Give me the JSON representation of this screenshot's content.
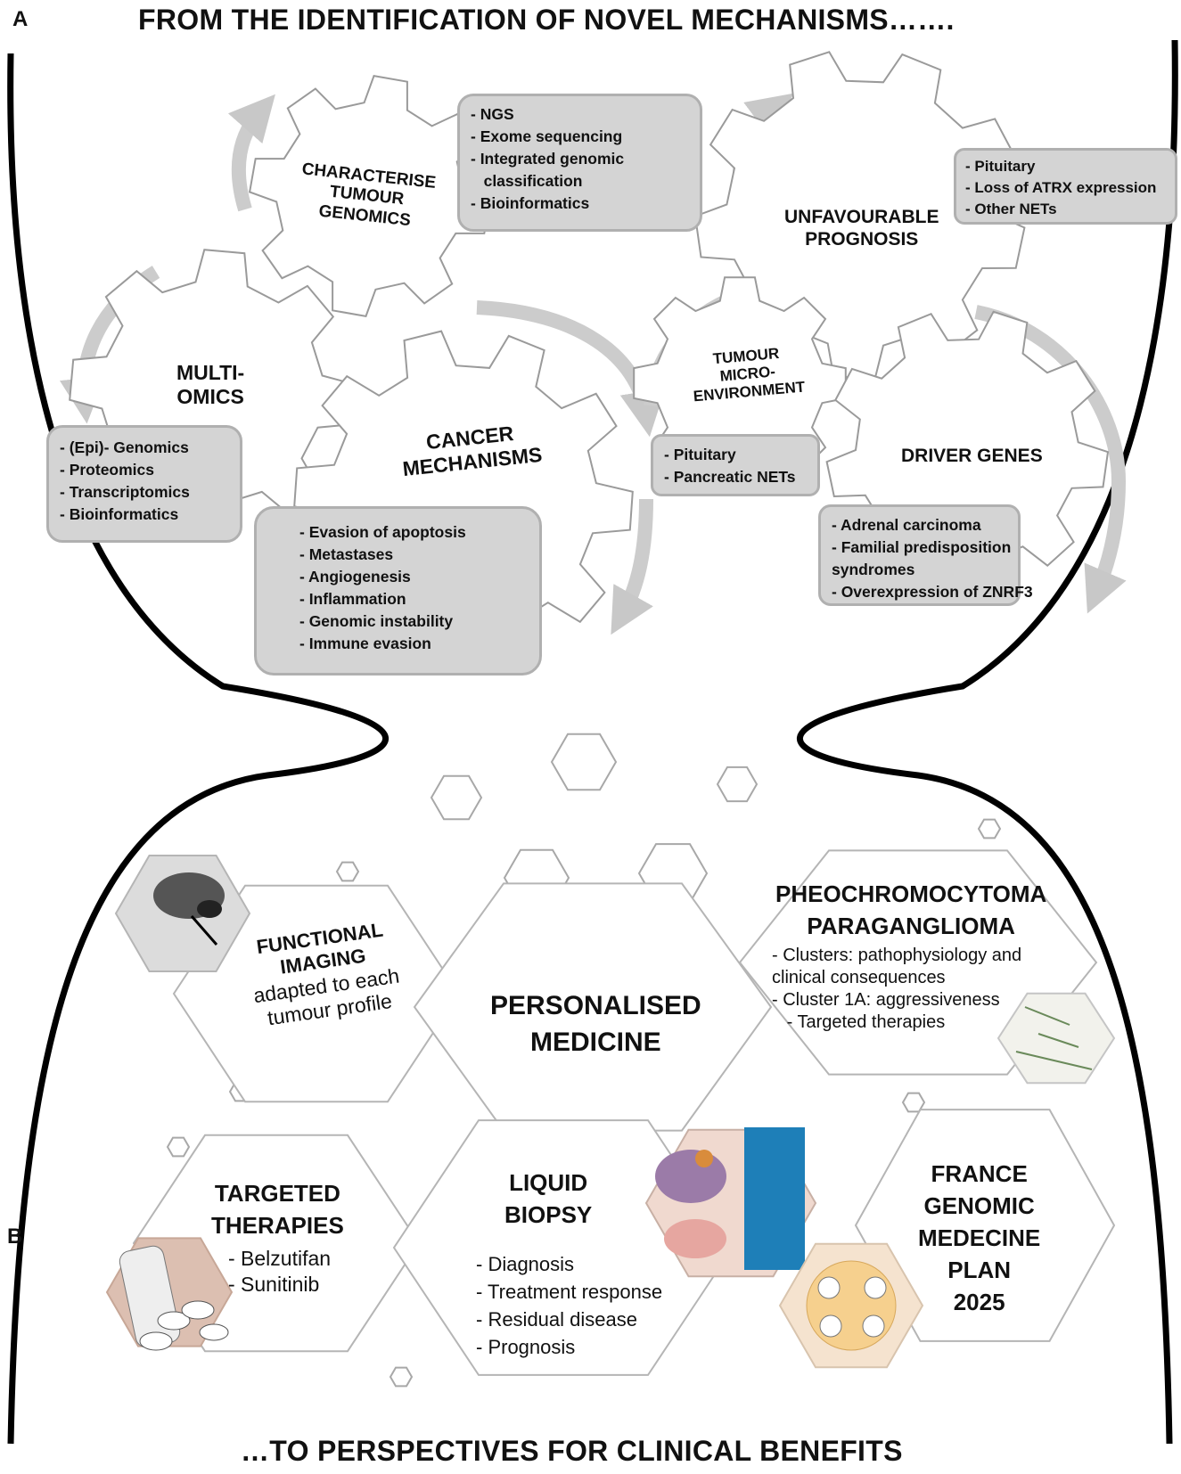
{
  "panel_labels": {
    "a": "A",
    "b": "B"
  },
  "title_top": "FROM THE IDENTIFICATION OF NOVEL MECHANISMS…….",
  "title_bottom": "…TO PERSPECTIVES FOR CLINICAL BENEFITS",
  "gears": {
    "characterise": {
      "label": [
        "CHARACTERISE",
        "TUMOUR",
        "GENOMICS"
      ]
    },
    "multiomics": {
      "label": [
        "MULTI-",
        "OMICS"
      ]
    },
    "cancer": {
      "label": [
        "CANCER",
        "MECHANISMS"
      ]
    },
    "prognosis": {
      "label": [
        "UNFAVOURABLE",
        "PROGNOSIS"
      ]
    },
    "micro": {
      "label": [
        "TUMOUR",
        "MICRO-",
        "ENVIRONMENT"
      ]
    },
    "driver": {
      "label": [
        "DRIVER GENES"
      ]
    }
  },
  "boxes": {
    "genomics": {
      "items": [
        "- NGS",
        "- Exome sequencing",
        "- Integrated  genomic",
        "   classification",
        "- Bioinformatics"
      ]
    },
    "prognosis": {
      "items": [
        "- Pituitary",
        "- Loss of ATRX expression",
        "- Other NETs"
      ]
    },
    "multiomics": {
      "items": [
        "- (Epi)- Genomics",
        "- Proteomics",
        "- Transcriptomics",
        "- Bioinformatics"
      ]
    },
    "cancer": {
      "items": [
        "- Evasion of apoptosis",
        "- Metastases",
        "- Angiogenesis",
        "- Inflammation",
        "- Genomic instability",
        "- Immune evasion"
      ]
    },
    "micro": {
      "items": [
        "- Pituitary",
        "- Pancreatic NETs"
      ]
    },
    "driver": {
      "items": [
        "- Adrenal carcinoma",
        "- Familial predisposition",
        "syndromes",
        "- Overexpression of ZNRF3"
      ]
    }
  },
  "hexes": {
    "imaging": {
      "title": [
        "FUNCTIONAL",
        "IMAGING"
      ],
      "sub": [
        "adapted to each",
        "tumour profile"
      ]
    },
    "personalised": {
      "title": [
        "PERSONALISED",
        "MEDICINE"
      ]
    },
    "pheo": {
      "title": [
        "PHEOCHROMOCYTOMA",
        "PARAGANGLIOMA"
      ],
      "items": [
        "- Clusters: pathophysiology and",
        "clinical consequences",
        "- Cluster 1A: aggressiveness",
        "   - Targeted therapies"
      ]
    },
    "targeted": {
      "title": [
        "TARGETED",
        "THERAPIES"
      ],
      "items": [
        "- Belzutifan",
        "- Sunitinib"
      ]
    },
    "liquid": {
      "title": [
        "LIQUID",
        "BIOPSY"
      ],
      "items": [
        "- Diagnosis",
        "- Treatment response",
        "- Residual disease",
        "- Prognosis"
      ]
    },
    "france": {
      "title": [
        "FRANCE",
        "GENOMIC",
        "MEDECINE",
        "PLAN",
        "2025"
      ]
    }
  }
}
